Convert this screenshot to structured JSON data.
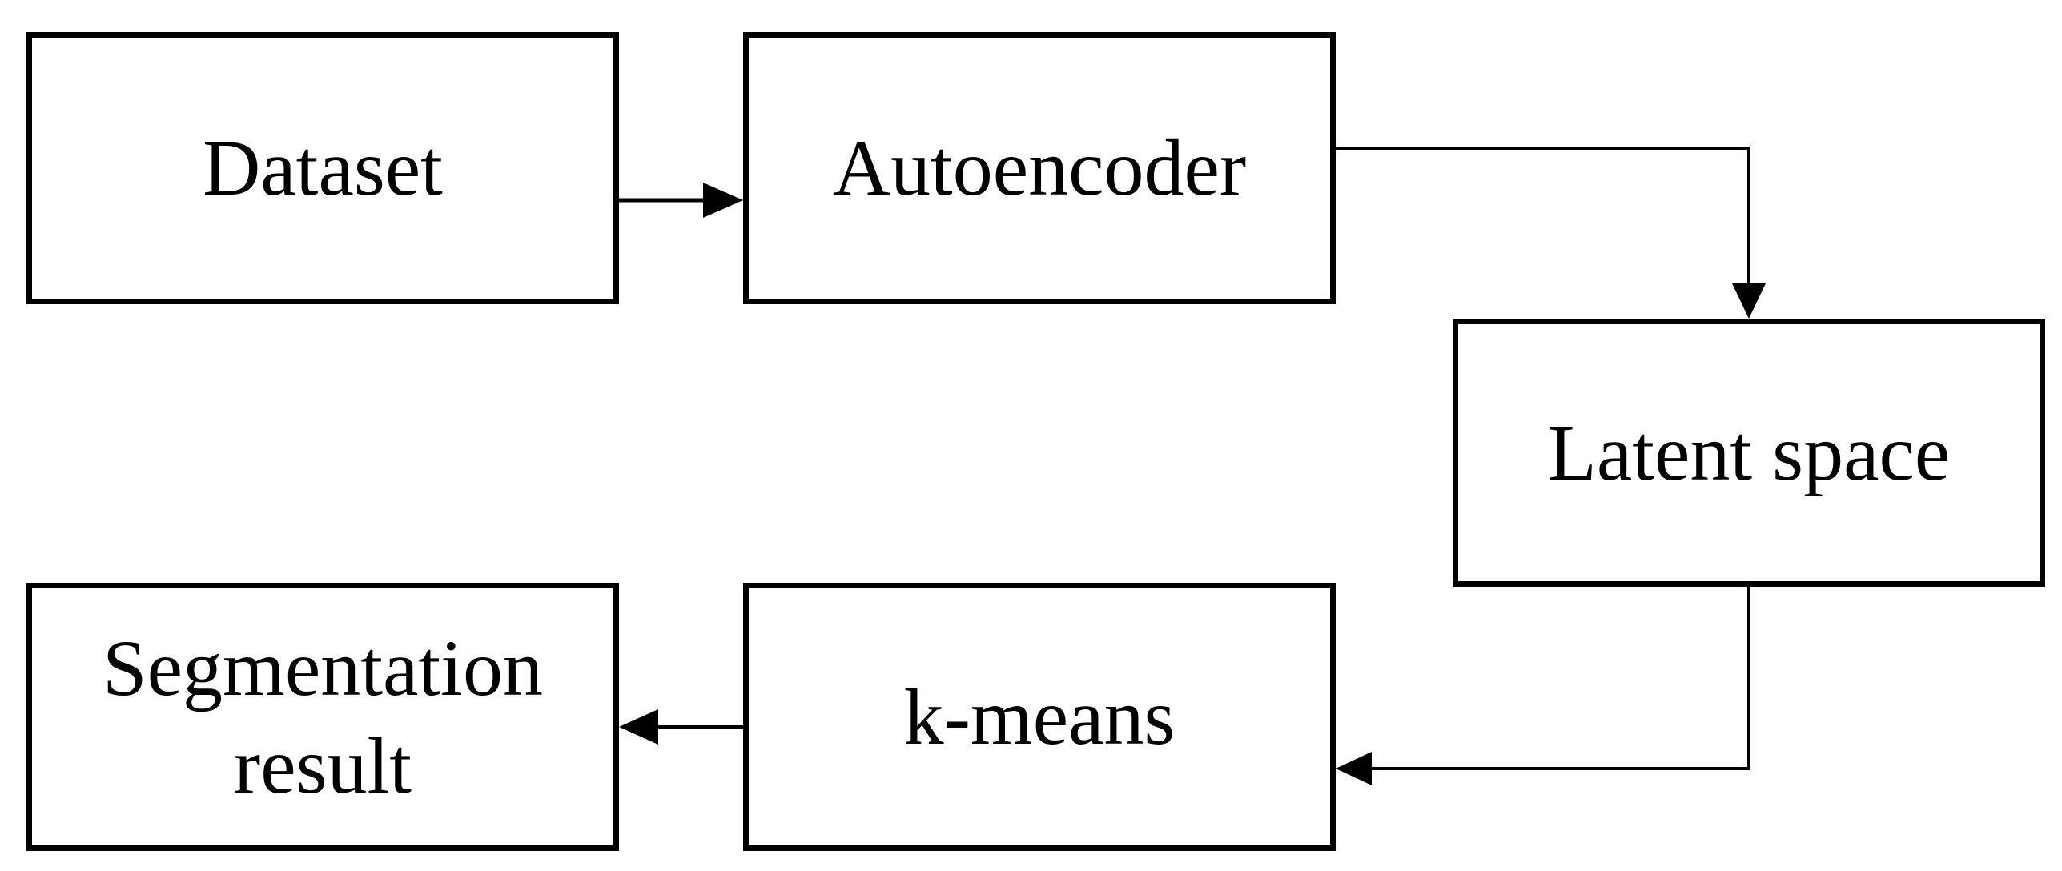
{
  "diagram": {
    "nodes": {
      "dataset": {
        "label": "Dataset"
      },
      "autoencoder": {
        "label": "Autoencoder"
      },
      "latent_space": {
        "label": "Latent space"
      },
      "kmeans": {
        "label": "k-means"
      },
      "segmentation_result": {
        "lines": [
          "Segmentation",
          "result"
        ]
      }
    },
    "edges": [
      {
        "from": "Dataset",
        "to": "Autoencoder"
      },
      {
        "from": "Autoencoder",
        "to": "Latent space"
      },
      {
        "from": "Latent space",
        "to": "k-means"
      },
      {
        "from": "k-means",
        "to": "Segmentation result"
      }
    ],
    "colors": {
      "stroke": "#000000",
      "background": "#ffffff"
    }
  }
}
